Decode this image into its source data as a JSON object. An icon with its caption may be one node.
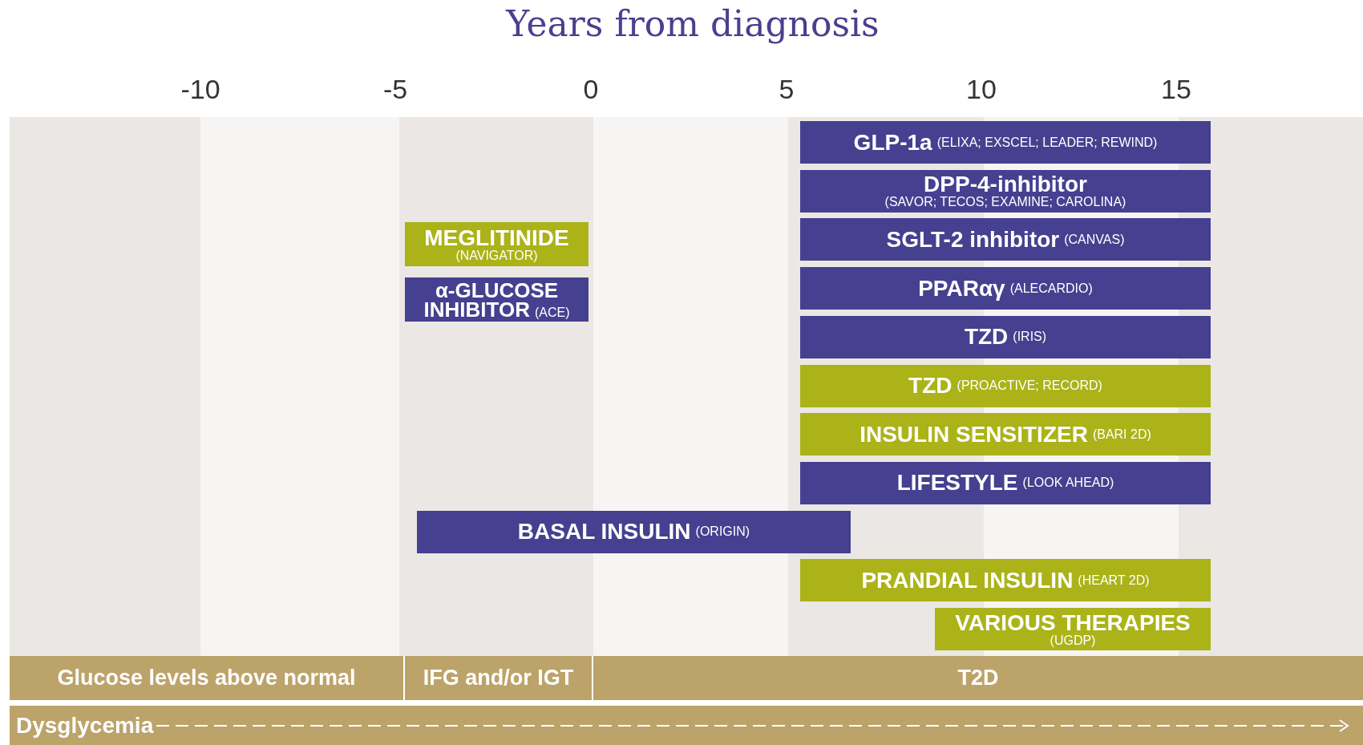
{
  "diagram": {
    "title": "Years from diagnosis",
    "nodes": [
      {
        "text": [
          "GLP-1a",
          "(ELIXA; EXSCEL; LEADER; REWIND)"
        ]
      },
      {
        "text": [
          "DPP-4-inhibitor",
          "(SAVOR; TECOS; EXAMINE; CAROLINA)"
        ]
      },
      {
        "text": [
          "MEGLITINIDE",
          "(NAVIGATOR)"
        ]
      },
      {
        "text": [
          "SGLT-2 inhibitor",
          "(CANVAS)"
        ]
      },
      {
        "text": [
          "α-GLUCOSE INHIBITOR",
          "(ACE)"
        ]
      },
      {
        "text": [
          "PPARαγ",
          "(ALECARDIO)"
        ]
      },
      {
        "text": [
          "TZD",
          "(IRIS)"
        ]
      },
      {
        "text": [
          "TZD",
          "(PROACTIVE; RECORD)"
        ]
      },
      {
        "text": [
          "INSULIN SENSITIZER",
          "(BARI 2D)"
        ]
      },
      {
        "text": [
          "LIFESTYLE",
          "(LOOK AHEAD)"
        ]
      },
      {
        "text": [
          "BASAL INSULIN",
          "(ORIGIN)"
        ]
      },
      {
        "text": [
          "PRANDIAL INSULIN",
          "(HEART 2D)"
        ]
      },
      {
        "text": [
          "VARIOUS THERAPIES",
          "(UGDP)"
        ]
      },
      {
        "text": [
          "Glucose levels above normal"
        ]
      },
      {
        "text": [
          "IFG and/or IGT"
        ]
      },
      {
        "text": [
          "T2D"
        ]
      },
      {
        "text": [
          "Dysglycemia"
        ]
      }
    ],
    "edges": [],
    "labels": [
      "-10",
      "-5",
      "0",
      "5",
      "10",
      "15"
    ]
  }
}
